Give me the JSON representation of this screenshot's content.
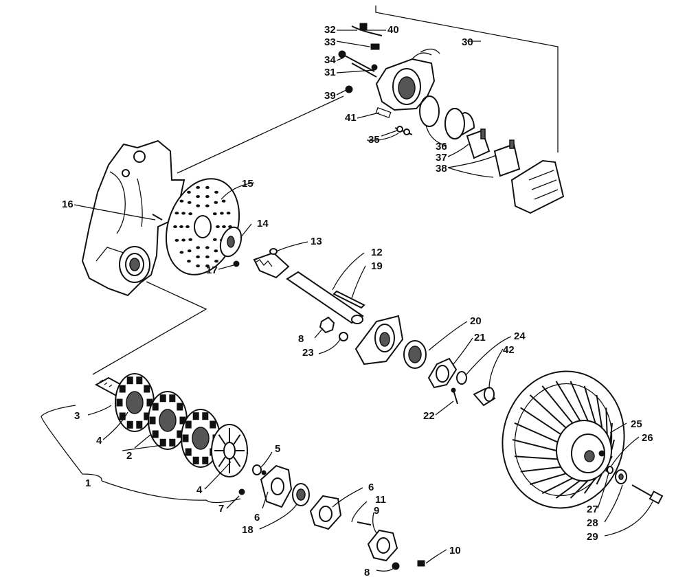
{
  "diagram": {
    "callouts": [
      "1",
      "2",
      "3",
      "4",
      "4",
      "5",
      "6",
      "6",
      "7",
      "8",
      "8",
      "9",
      "10",
      "11",
      "12",
      "13",
      "14",
      "15",
      "16",
      "17",
      "18",
      "19",
      "20",
      "21",
      "22",
      "23",
      "24",
      "25",
      "26",
      "27",
      "28",
      "29",
      "30",
      "31",
      "32",
      "33",
      "34",
      "35",
      "36",
      "37",
      "38",
      "39",
      "40",
      "41",
      "42"
    ]
  }
}
